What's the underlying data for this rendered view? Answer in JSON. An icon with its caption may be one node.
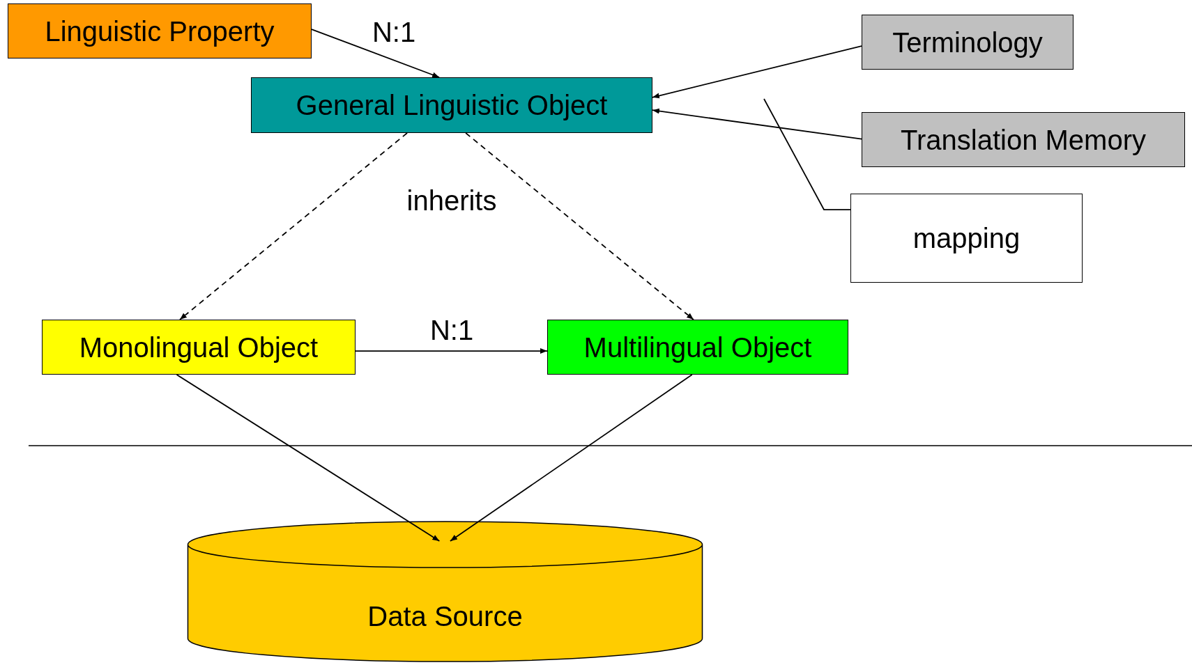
{
  "diagram": {
    "nodes": [
      {
        "text": [
          "Linguistic Property"
        ]
      },
      {
        "text": [
          "General Linguistic Object"
        ]
      },
      {
        "text": [
          "Terminology"
        ]
      },
      {
        "text": [
          "Translation Memory"
        ]
      },
      {
        "text": [
          "mapping"
        ]
      },
      {
        "text": [
          "Monolingual Object"
        ]
      },
      {
        "text": [
          "Multilingual Object"
        ]
      },
      {
        "text": [
          "Data Source"
        ]
      }
    ],
    "edges": [
      {
        "from": 0,
        "to": 1,
        "arrow": "to",
        "label": "N:1"
      },
      {
        "from": 2,
        "to": 1,
        "arrow": "to"
      },
      {
        "from": 3,
        "to": 1,
        "arrow": "to"
      },
      {
        "from": 1,
        "to": 5,
        "arrow": "to",
        "style": "dashed"
      },
      {
        "from": 1,
        "to": 6,
        "arrow": "to",
        "style": "dashed"
      },
      {
        "from": 5,
        "to": 6,
        "arrow": "to",
        "label": "N:1"
      },
      {
        "from": 5,
        "to": 7,
        "arrow": "to"
      },
      {
        "from": 6,
        "to": 7,
        "arrow": "to"
      },
      {
        "from": 4,
        "to": null,
        "arrow": "none"
      }
    ],
    "labels": [
      "inherits"
    ]
  }
}
